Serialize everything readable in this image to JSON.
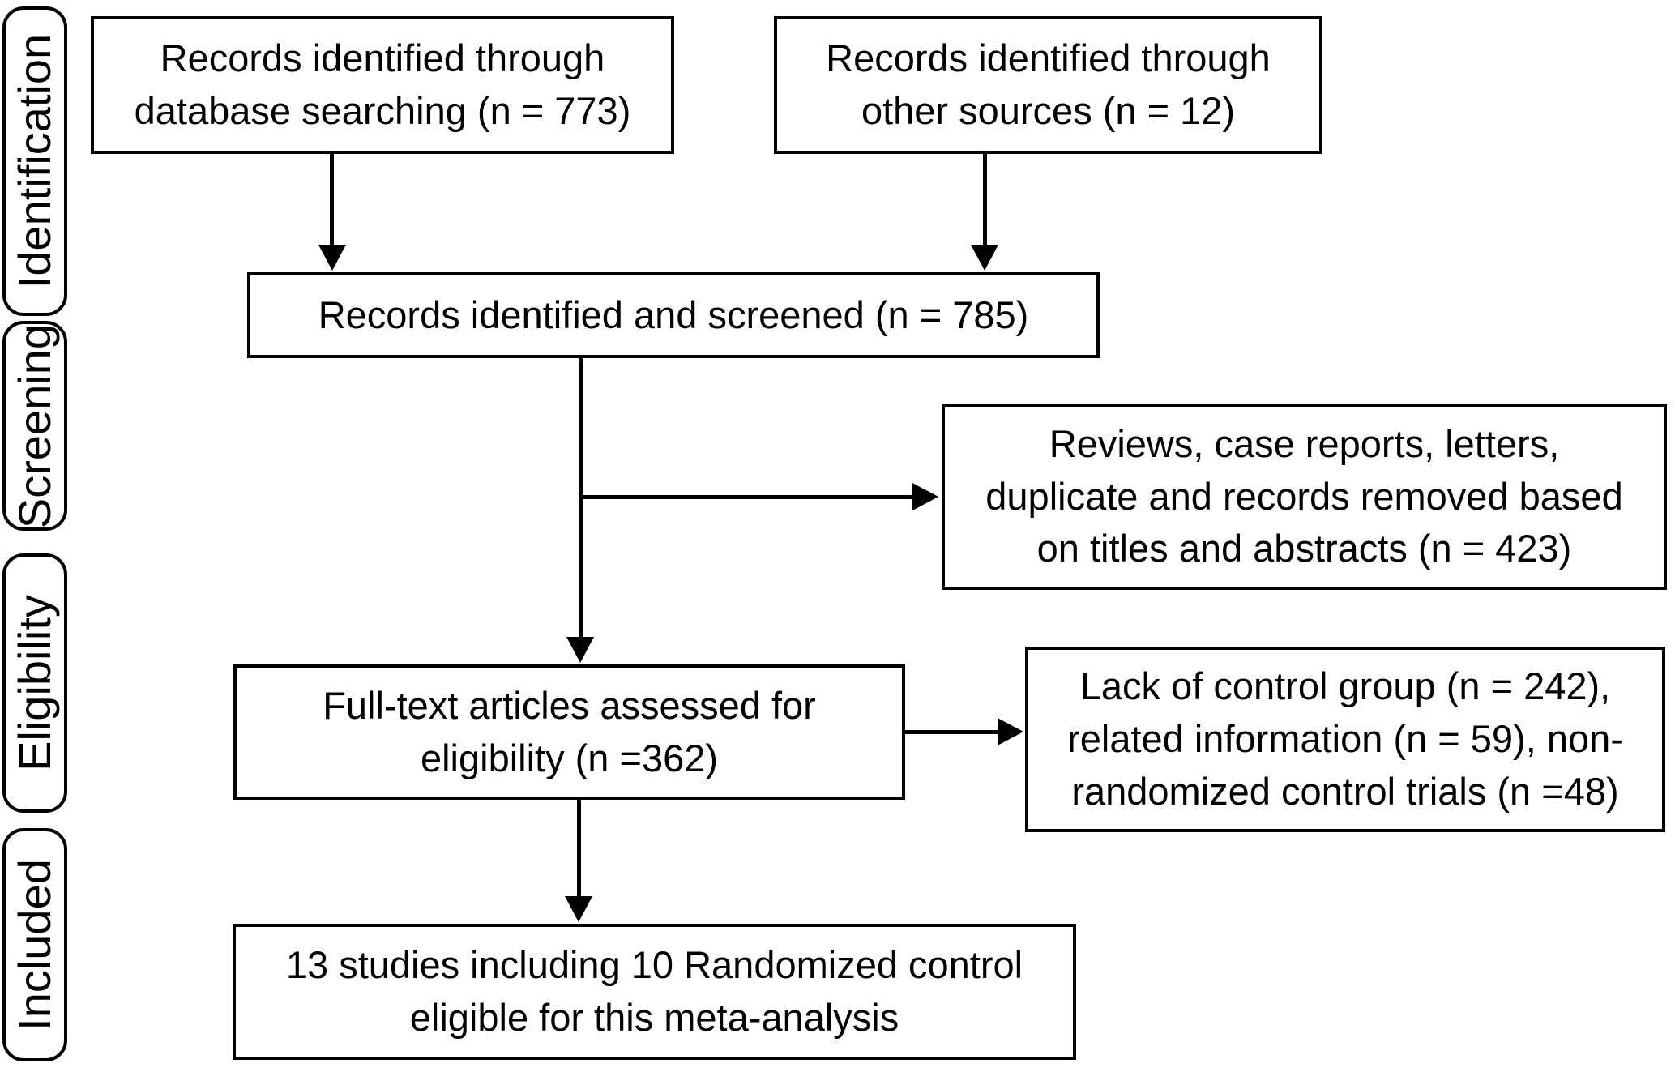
{
  "diagram": {
    "type": "prisma-flowchart",
    "colors": {
      "border": "#000000",
      "background": "#ffffff",
      "text": "#000000"
    },
    "stages": [
      {
        "label": "Identification"
      },
      {
        "label": "Screening"
      },
      {
        "label": "Eligibility"
      },
      {
        "label": "Included"
      }
    ],
    "nodes": [
      {
        "id": "records-database",
        "text": "Records identified through\ndatabase searching (n = 773)",
        "count": 773
      },
      {
        "id": "records-other",
        "text": "Records identified through\nother sources (n = 12)",
        "count": 12
      },
      {
        "id": "records-screened",
        "text": "Records identified and screened (n = 785)",
        "count": 785
      },
      {
        "id": "records-excluded",
        "text": "Reviews, case reports, letters,\nduplicate and records removed based\non titles and abstracts (n = 423)",
        "count": 423
      },
      {
        "id": "fulltext-assessed",
        "text": "Full-text articles assessed for\neligibility (n =362)",
        "count": 362
      },
      {
        "id": "fulltext-excluded",
        "text": "Lack of control group (n = 242),\nrelated information (n = 59), non-\nrandomized control trials (n =48)",
        "counts": {
          "lack_of_control_group": 242,
          "related_information": 59,
          "non_randomized_control_trials": 48
        }
      },
      {
        "id": "included-studies",
        "text": "13 studies including 10 Randomized control\neligible for this meta-analysis",
        "counts": {
          "studies": 13,
          "randomized_control": 10
        }
      }
    ],
    "edges": [
      {
        "from": "records-database",
        "to": "records-screened"
      },
      {
        "from": "records-other",
        "to": "records-screened"
      },
      {
        "from": "records-screened",
        "to": "records-excluded"
      },
      {
        "from": "records-screened",
        "to": "fulltext-assessed"
      },
      {
        "from": "fulltext-assessed",
        "to": "fulltext-excluded"
      },
      {
        "from": "fulltext-assessed",
        "to": "included-studies"
      }
    ]
  }
}
